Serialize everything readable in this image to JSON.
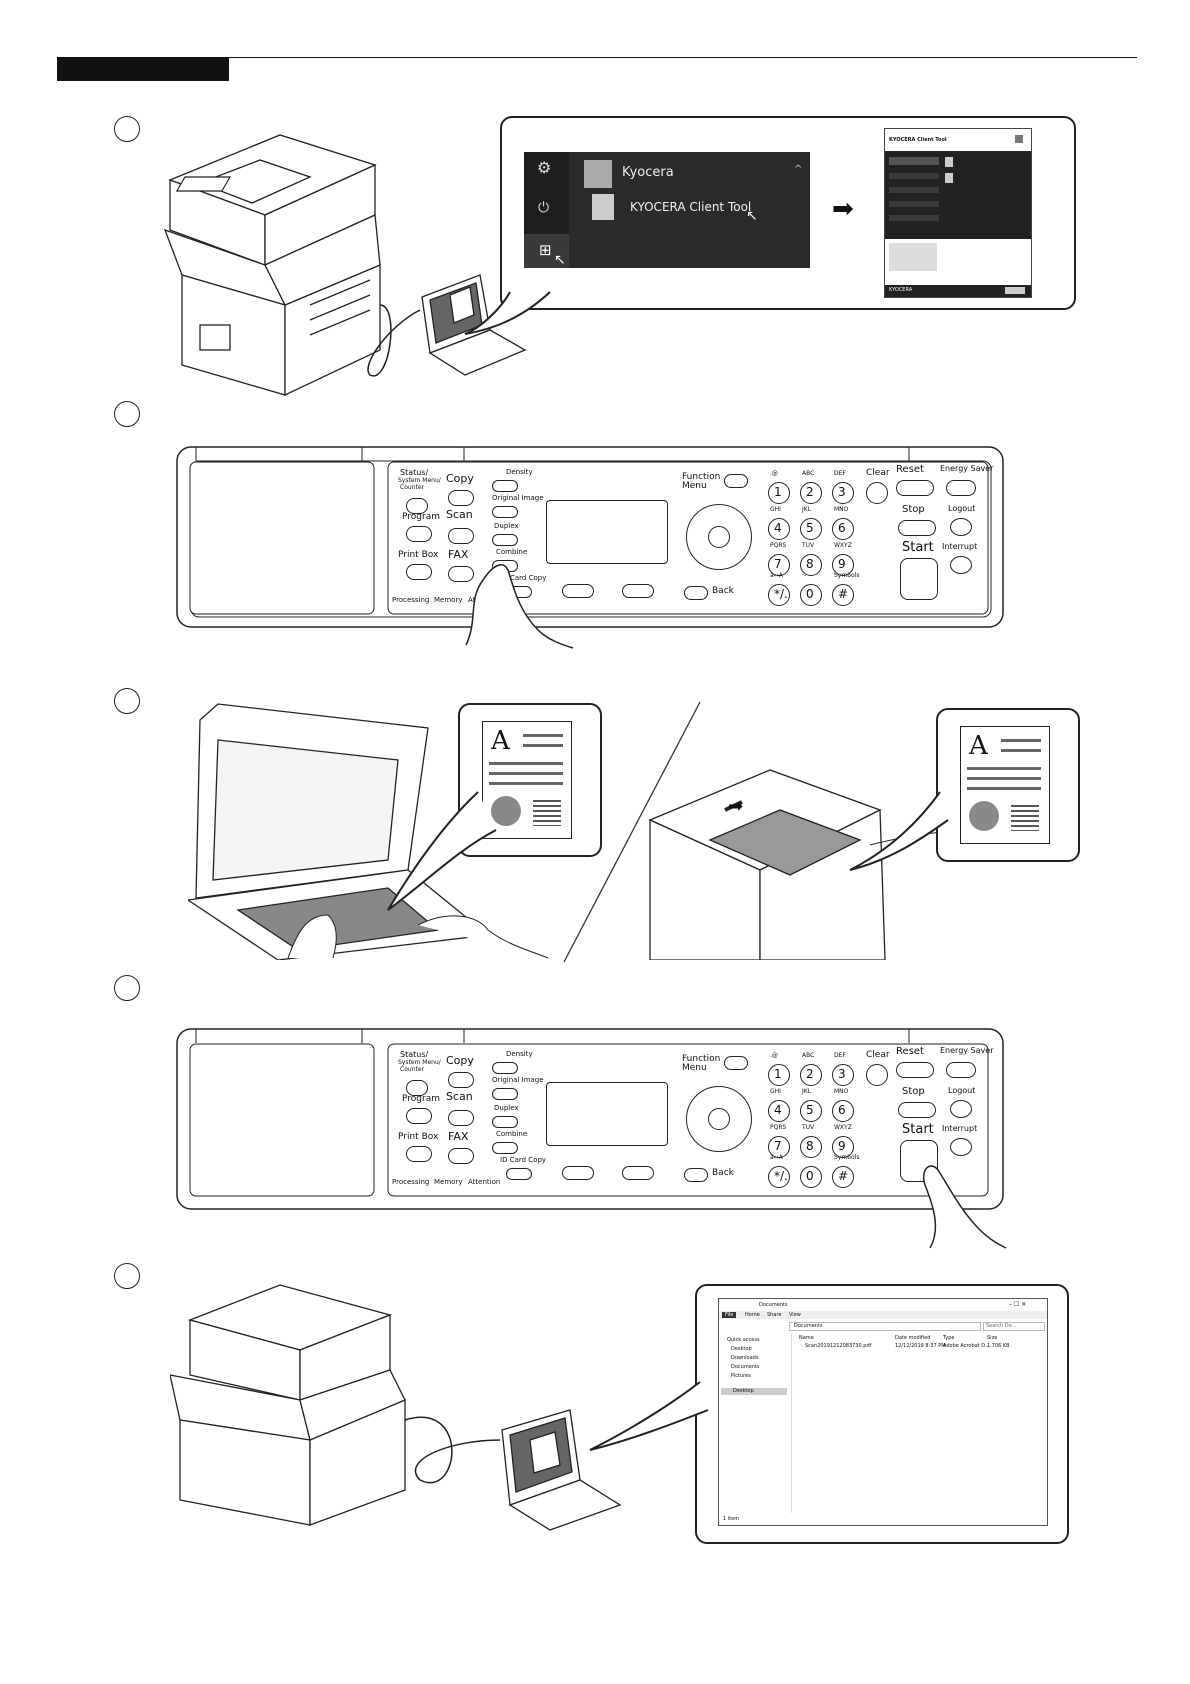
{
  "start_menu": {
    "group": "Kyocera",
    "app": "KYOCERA Client Tool"
  },
  "client_tool": {
    "title": "KYOCERA Client Tool",
    "footer_logo": "KYOCERA"
  },
  "panel": {
    "status": [
      "Status/",
      "System Menu/",
      "Counter"
    ],
    "copy": "Copy",
    "program": "Program",
    "scan": "Scan",
    "print_box": "Print Box",
    "fax": "FAX",
    "density": "Density",
    "original_image": "Original Image",
    "duplex": "Duplex",
    "combine": "Combine",
    "card_copy_a": "Card Copy",
    "card_copy_b": "ID Card Copy",
    "function_menu": [
      "Function",
      "Menu"
    ],
    "back": "Back",
    "clear": "Clear",
    "reset": "Reset",
    "energy_saver": "Energy Saver",
    "stop": "Stop",
    "logout": "Logout",
    "start": "Start",
    "interrupt": "Interrupt",
    "processing": "Processing",
    "memory": "Memory",
    "attention_a": "At",
    "attention_b": "Attention",
    "keys": [
      "1",
      "2",
      "3",
      "4",
      "5",
      "6",
      "7",
      "8",
      "9",
      "*/.",
      "0",
      "#"
    ],
    "key_letters": [
      ".@",
      "ABC",
      "DEF",
      "GHI",
      "JKL",
      "MNO",
      "PQRS",
      "TUV",
      "WXYZ",
      "a↔A",
      "·-",
      "Symbols"
    ]
  },
  "doc_letter": "A",
  "explorer": {
    "title": "Documents",
    "ribbon": [
      "File",
      "Home",
      "Share",
      "View"
    ],
    "address": "Documents",
    "search": "Search Do...",
    "nav": [
      "Quick access",
      "Desktop",
      "Downloads",
      "Documents",
      "Pictures",
      "Desktop"
    ],
    "columns": [
      "Name",
      "Date modified",
      "Type",
      "Size"
    ],
    "file": {
      "name": "Scan20191212083730.pdf",
      "date": "12/12/2019 8:37 PM",
      "type": "Adobe Acrobat D...",
      "size": "1,706 KB"
    },
    "status": "1 item"
  }
}
